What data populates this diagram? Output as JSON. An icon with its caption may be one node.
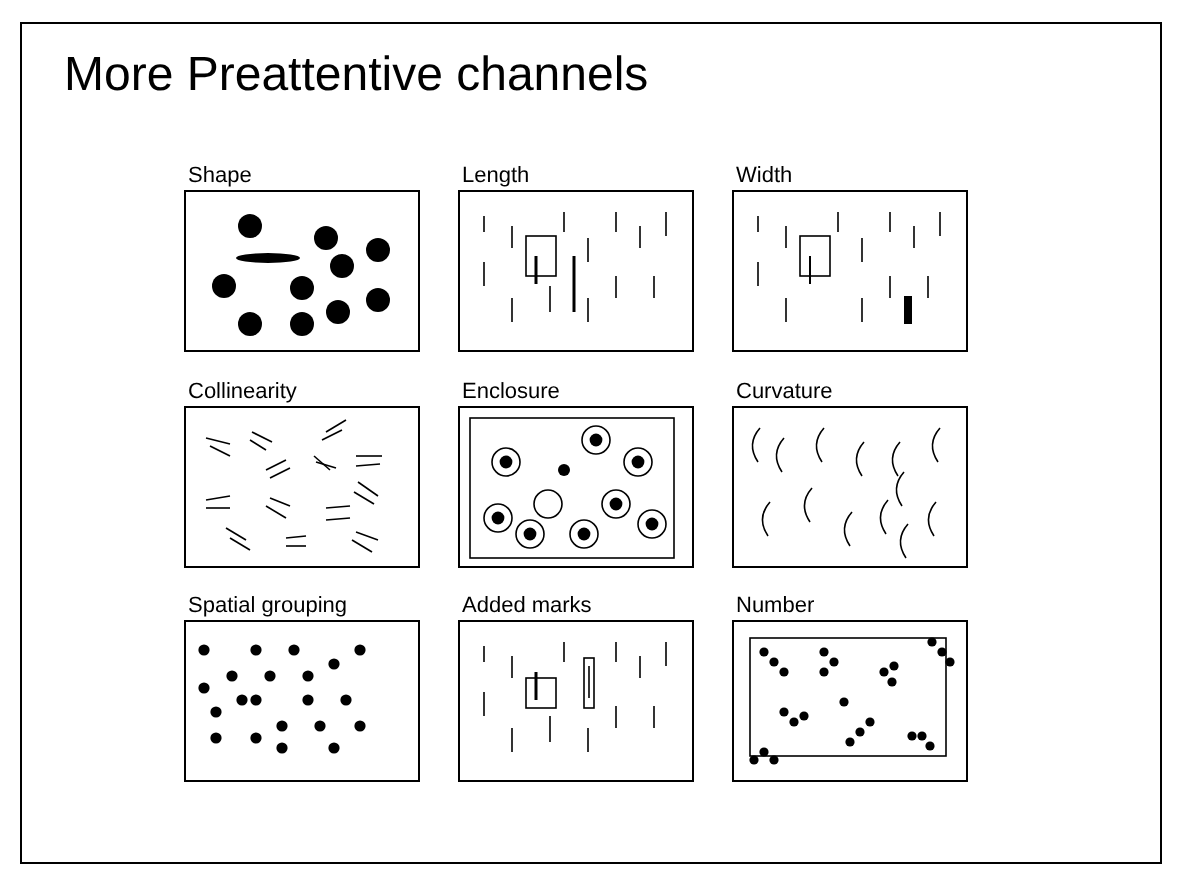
{
  "diagram": {
    "title": "More Preattentive channels",
    "nodes": [
      {
        "text": [
          "Shape"
        ]
      },
      {
        "text": [
          "Length"
        ]
      },
      {
        "text": [
          "Width"
        ]
      },
      {
        "text": [
          "Collinearity"
        ]
      },
      {
        "text": [
          "Enclosure"
        ]
      },
      {
        "text": [
          "Curvature"
        ]
      },
      {
        "text": [
          "Spatial grouping"
        ]
      },
      {
        "text": [
          "Added marks"
        ]
      },
      {
        "text": [
          "Number"
        ]
      }
    ]
  }
}
